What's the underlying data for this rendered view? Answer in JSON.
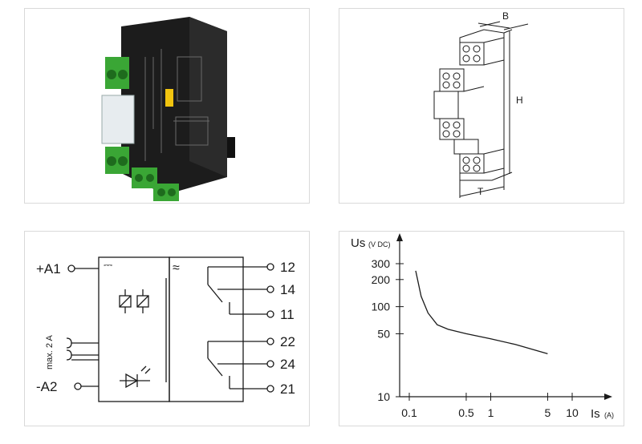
{
  "dimensions": {
    "b_label": "B",
    "h_label": "H",
    "t_label": "T"
  },
  "circuit": {
    "terminals_left": [
      "+A1",
      "-A2"
    ],
    "terminals_right": [
      "12",
      "14",
      "11",
      "22",
      "24",
      "21"
    ],
    "side_label": "max. 2 A",
    "dc_symbol": "⎓",
    "ac_symbol": "≈"
  },
  "chart_data": {
    "type": "line",
    "ylabel": "Us",
    "ylabel_unit": "(V DC)",
    "xlabel": "Is",
    "xlabel_unit": "(A)",
    "x_scale": "log",
    "y_scale": "log",
    "x_ticks": [
      "0.1",
      "0.5",
      "1",
      "5",
      "10"
    ],
    "y_ticks": [
      "10",
      "50",
      "100",
      "200",
      "300"
    ],
    "series": [
      {
        "x": [
          0.12,
          0.14,
          0.17,
          0.22,
          0.3,
          0.5,
          1,
          2,
          5
        ],
        "y": [
          250,
          130,
          85,
          63,
          56,
          50,
          44,
          38,
          30
        ]
      }
    ]
  },
  "colors": {
    "line": "#1a1a1a",
    "border": "#d9d9d9",
    "product_body": "#1c1c1c",
    "terminal_green": "#3aa635"
  }
}
